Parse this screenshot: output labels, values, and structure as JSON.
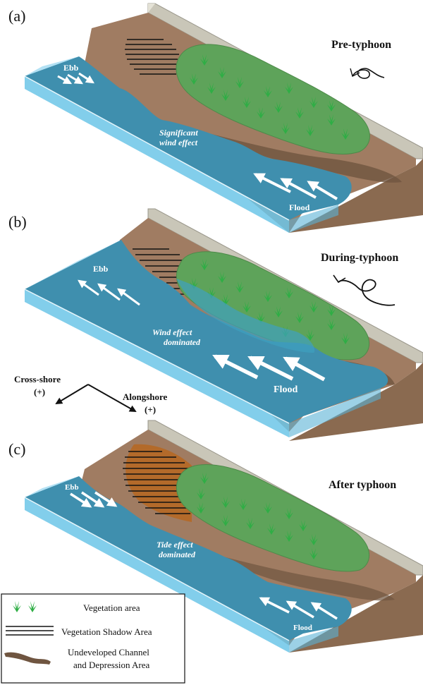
{
  "panels": [
    {
      "letter": "(a)",
      "stage": "Pre-typhoon",
      "ebb": "Ebb",
      "flood": "Flood",
      "effect_line1": "Significant",
      "effect_line2": "wind effect"
    },
    {
      "letter": "(b)",
      "stage": "During-typhoon",
      "ebb": "Ebb",
      "flood": "Flood",
      "effect_line1": "Wind effect",
      "effect_line2": "dominated"
    },
    {
      "letter": "(c)",
      "stage": "After typhoon",
      "ebb": "Ebb",
      "flood": "Flood",
      "effect_line1": "Tide effect",
      "effect_line2": "dominated"
    }
  ],
  "axes": {
    "cross_shore": "Cross-shore",
    "cross_sign": "(+)",
    "alongshore": "Alongshore",
    "along_sign": "(+)"
  },
  "legend": {
    "vegetation": "Vegetation area",
    "shadow": "Vegetation Shadow Area",
    "channel_line1": "Undeveloped Channel",
    "channel_line2": "and Depression Area"
  },
  "colors": {
    "water": "#3f8fae",
    "water_light": "#6cc6e8",
    "land": "#a07c62",
    "vegetation": "#5ea35a",
    "plant": "#2fae45",
    "seawall": "#c9c6b8",
    "shadow_fill_c": "#b36a2a"
  }
}
